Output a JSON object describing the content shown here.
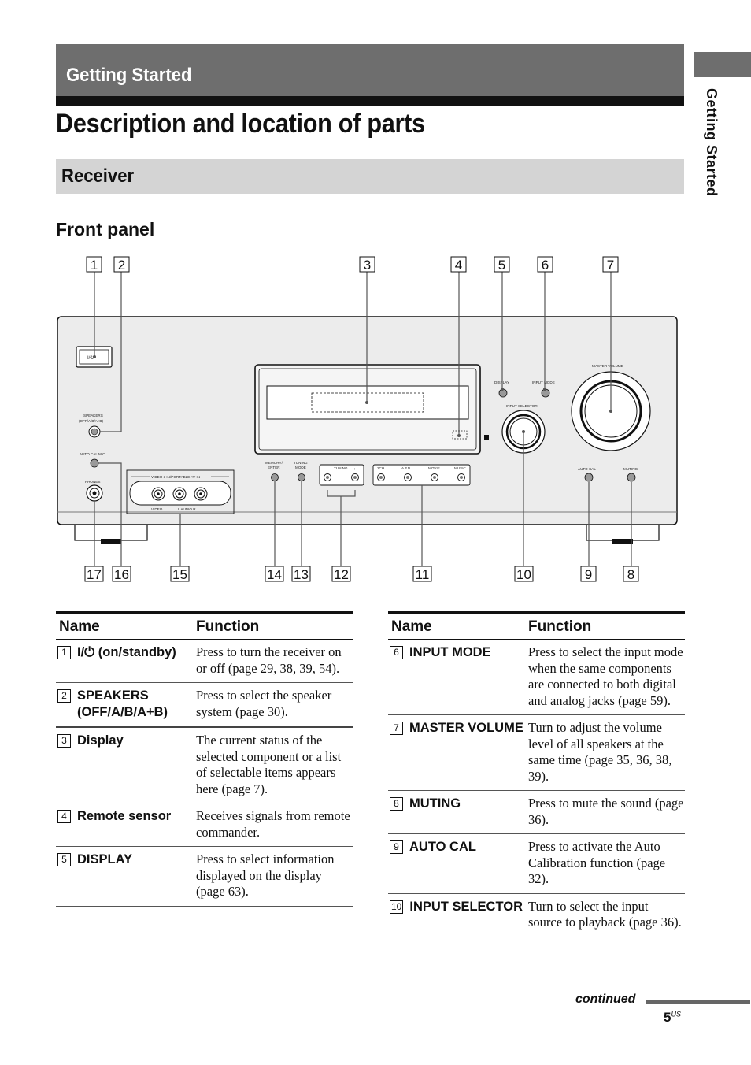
{
  "header": {
    "section": "Getting Started",
    "title": "Description and location of parts",
    "subsection": "Receiver",
    "panel": "Front panel"
  },
  "side_tab": "Getting Started",
  "callouts": [
    "1",
    "2",
    "3",
    "4",
    "5",
    "6",
    "7",
    "8",
    "9",
    "10",
    "11",
    "12",
    "13",
    "14",
    "15",
    "16",
    "17"
  ],
  "device_labels": {
    "power": "I/⏻",
    "speakers": "SPEAKERS",
    "speakers_sub": "(OFF/A/B/A+B)",
    "auto_cal_mic": "AUTO CAL MIC",
    "phones": "PHONES",
    "video3": "VIDEO 3 IN/PORTABLE AV IN",
    "video": "VIDEO",
    "audio": "L  AUDIO  R",
    "memory": "MEMORY/",
    "enter": "ENTER",
    "tuning_mode1": "TUNING",
    "tuning_mode2": "MODE",
    "tuning": "TUNING",
    "minus": "–",
    "plus": "+",
    "twoch": "2CH",
    "afd": "A.F.D.",
    "movie": "MOVIE",
    "music": "MUSIC",
    "display": "DISPLAY",
    "input_mode": "INPUT MODE",
    "input_selector": "INPUT SELECTOR",
    "master_volume": "MASTER VOLUME",
    "auto_cal": "AUTO CAL",
    "muting": "MUTING"
  },
  "table_headers": {
    "name": "Name",
    "function": "Function"
  },
  "left_table": [
    {
      "num": "1",
      "name": "I/⏻ (on/standby)",
      "function": "Press to turn the receiver on or off (page 29, 38, 39, 54)."
    },
    {
      "num": "2",
      "name": "SPEAKERS (OFF/A/B/A+B)",
      "function": "Press to select the speaker system (page 30)."
    },
    {
      "num": "3",
      "name": "Display",
      "function": "The current status of the selected component or a list of selectable items appears here (page 7)."
    },
    {
      "num": "4",
      "name": "Remote sensor",
      "function": "Receives signals from remote commander."
    },
    {
      "num": "5",
      "name": "DISPLAY",
      "function": "Press to select information displayed on the display (page 63)."
    }
  ],
  "right_table": [
    {
      "num": "6",
      "name": "INPUT MODE",
      "function": "Press to select the input mode when the same components are connected to both digital and analog jacks (page 59)."
    },
    {
      "num": "7",
      "name": "MASTER VOLUME",
      "function": "Turn to adjust the volume level of all speakers at the same time (page 35, 36, 38, 39)."
    },
    {
      "num": "8",
      "name": "MUTING",
      "function": "Press to mute the sound (page 36)."
    },
    {
      "num": "9",
      "name": "AUTO CAL",
      "function": "Press to activate the Auto Calibration function (page 32)."
    },
    {
      "num": "10",
      "name": "INPUT SELECTOR",
      "function": "Turn to select the input source to playback (page 36)."
    }
  ],
  "footer": {
    "continued": "continued",
    "page": "5",
    "page_suffix": "US"
  }
}
